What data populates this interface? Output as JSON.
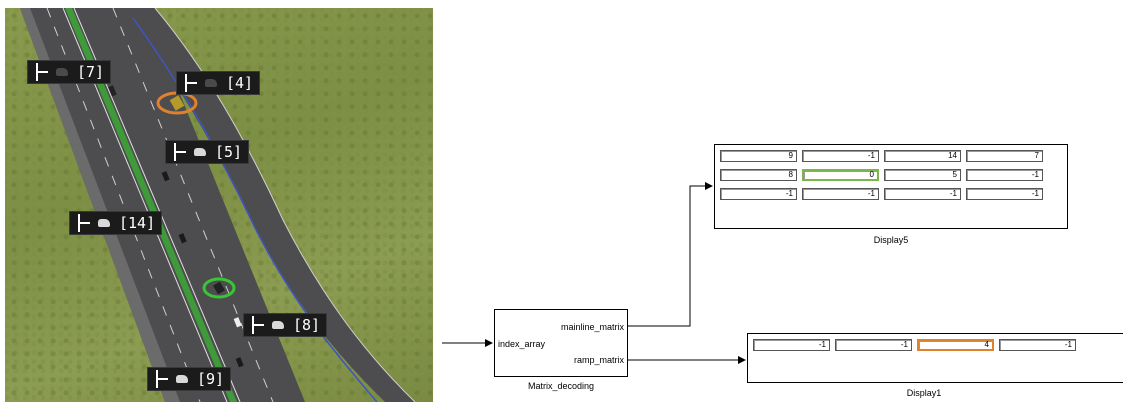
{
  "simulation": {
    "vehicle_labels": [
      {
        "id": "[7]",
        "car": "dark"
      },
      {
        "id": "[4]",
        "car": "dark"
      },
      {
        "id": "[5]",
        "car": "light"
      },
      {
        "id": "[14]",
        "car": "light"
      },
      {
        "id": "[8]",
        "car": "light"
      },
      {
        "id": "[9]",
        "car": "light"
      }
    ],
    "highlight_colors": {
      "orange": "#e0822d",
      "green": "#39c634"
    }
  },
  "diagram": {
    "input_port": "index_array",
    "decoder": {
      "name": "Matrix_decoding",
      "outputs": [
        "mainline_matrix",
        "ramp_matrix"
      ]
    },
    "display5": {
      "name": "Display5",
      "values": [
        [
          "9",
          "-1",
          "14",
          "7"
        ],
        [
          "8",
          "0",
          "5",
          "-1"
        ],
        [
          "-1",
          "-1",
          "-1",
          "-1"
        ]
      ],
      "highlight": {
        "row": 1,
        "col": 1,
        "color": "#7ab648"
      }
    },
    "display1": {
      "name": "Display1",
      "values": [
        "-1",
        "-1",
        "4",
        "-1"
      ],
      "highlight": {
        "col": 2,
        "color": "#e0822d"
      }
    }
  }
}
